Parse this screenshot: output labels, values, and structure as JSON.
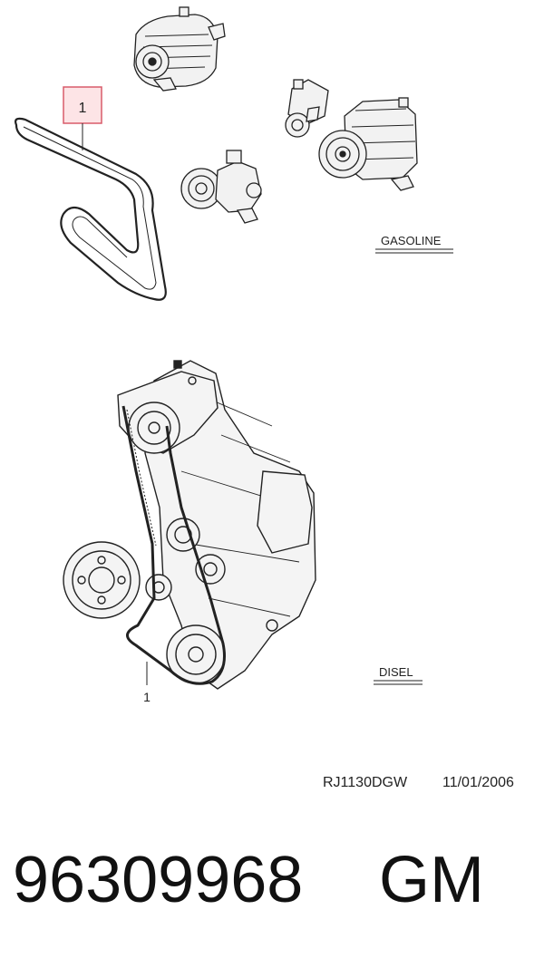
{
  "callouts": {
    "gasoline_belt": "1",
    "diesel_belt": "1"
  },
  "sections": {
    "gasoline": "GASOLINE",
    "diesel": "DISEL"
  },
  "drawing_code": "RJ1130DGW",
  "drawing_date": "11/01/2006",
  "part_number": "96309968",
  "brand": "GM",
  "colors": {
    "callout_fill": "#fde4e6",
    "callout_border": "#d85c6a",
    "line": "#222222"
  }
}
